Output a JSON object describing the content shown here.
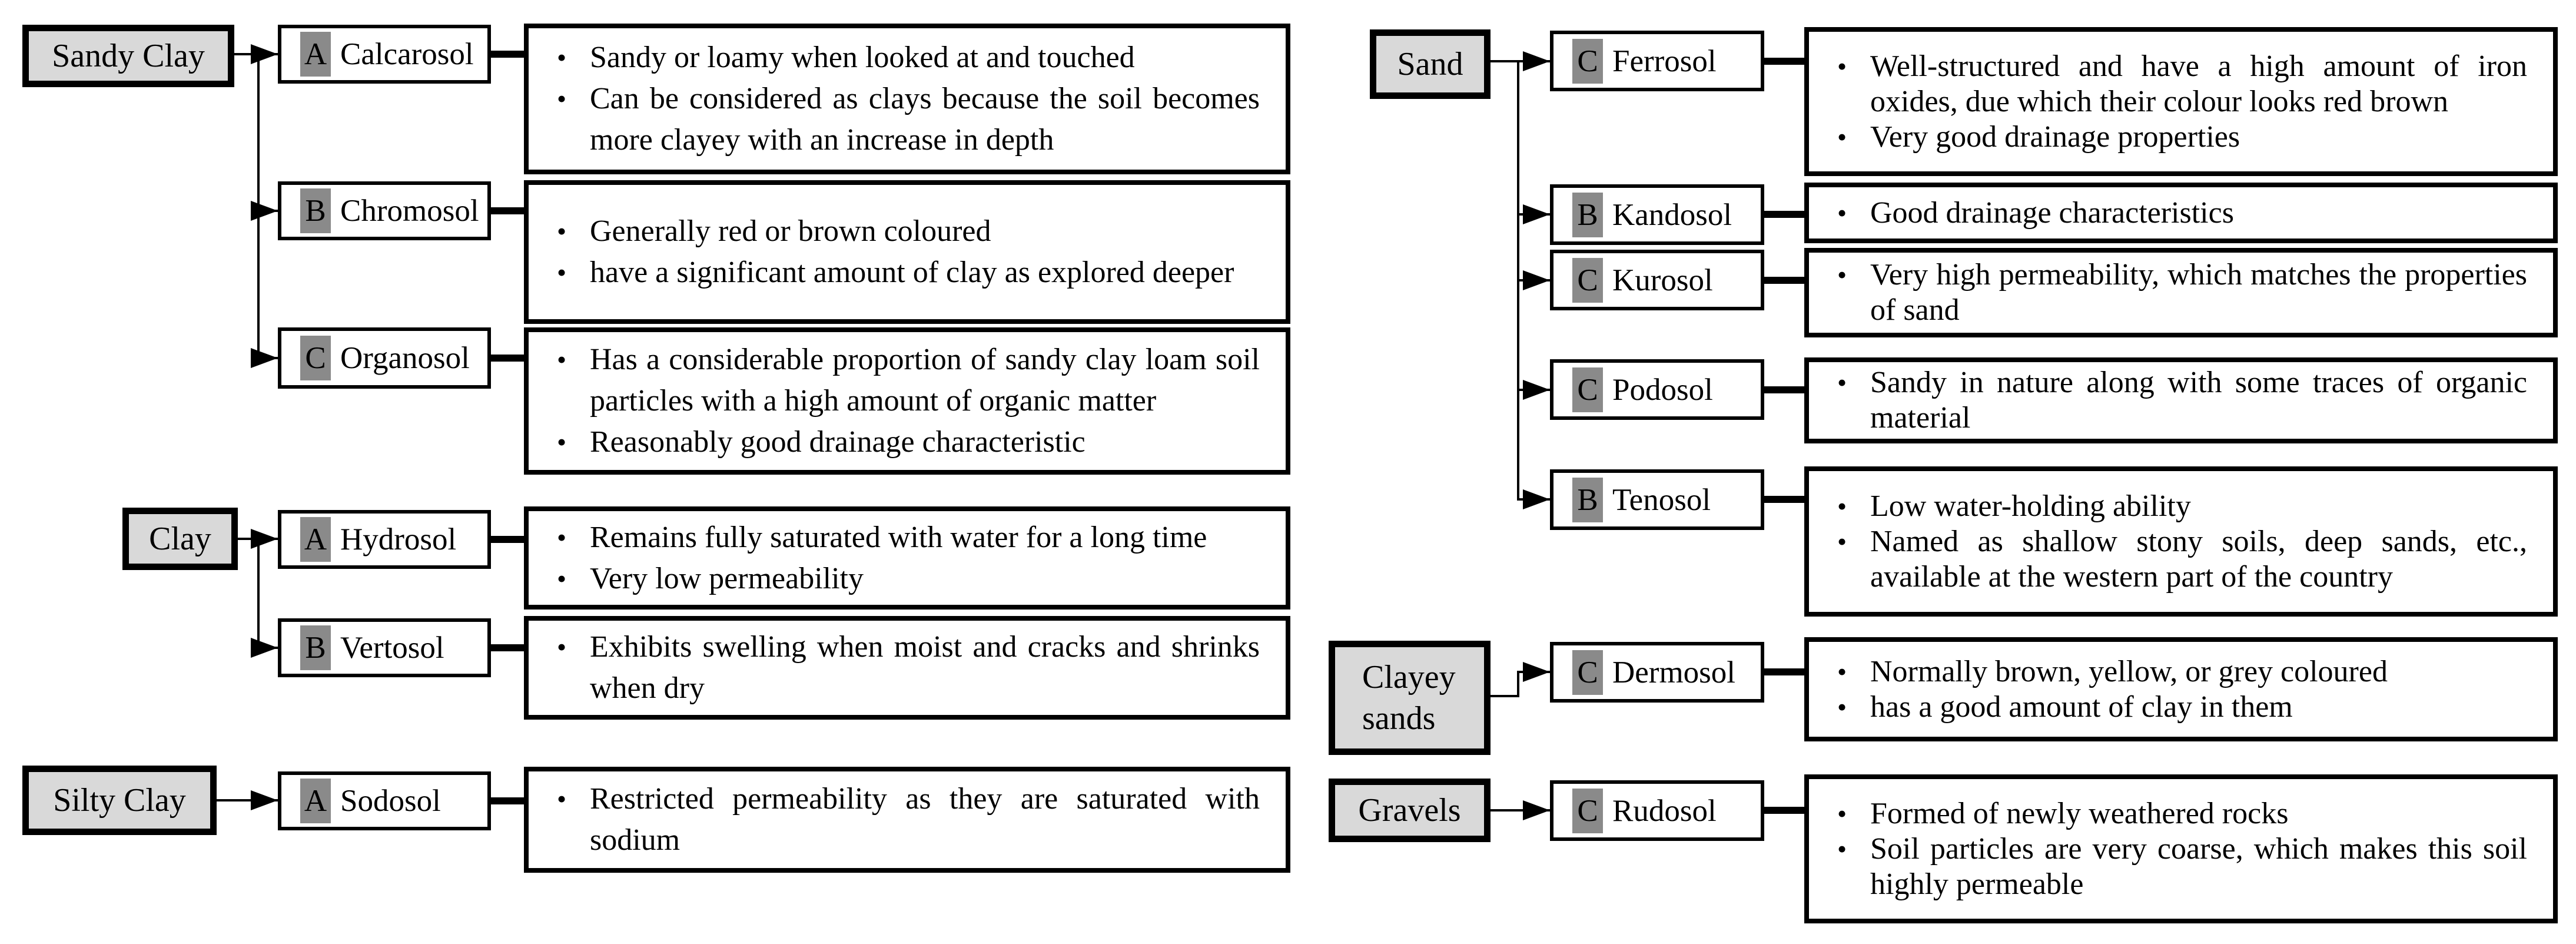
{
  "colors": {
    "parent_box_fill": "#d9d9d9",
    "grade_badge_fill": "#8a8a8a",
    "line_color": "#000000",
    "box_fill": "#ffffff",
    "text_color": "#000000"
  },
  "groups": [
    {
      "soil_type": "Sandy Clay",
      "orders": [
        {
          "grade": "A",
          "name": "Calcarosol",
          "points": [
            "Sandy or loamy when looked at and touched",
            "Can be considered as clays because the soil becomes more clayey with an increase in depth"
          ]
        },
        {
          "grade": "B",
          "name": "Chromosol",
          "points": [
            "Generally red or brown coloured",
            "have a significant amount of clay as explored deeper"
          ]
        },
        {
          "grade": "C",
          "name": "Organosol",
          "points": [
            "Has a considerable proportion of sandy clay loam soil particles with a high amount of organic matter",
            "Reasonably good drainage characteristic"
          ]
        }
      ]
    },
    {
      "soil_type": "Clay",
      "orders": [
        {
          "grade": "A",
          "name": "Hydrosol",
          "points": [
            "Remains fully saturated with water for a long time",
            "Very low permeability"
          ]
        },
        {
          "grade": "B",
          "name": "Vertosol",
          "points": [
            "Exhibits swelling when moist and cracks and shrinks when dry"
          ]
        }
      ]
    },
    {
      "soil_type": "Silty Clay",
      "orders": [
        {
          "grade": "A",
          "name": "Sodosol",
          "points": [
            "Restricted permeability as they are saturated with sodium"
          ]
        }
      ]
    },
    {
      "soil_type": "Sand",
      "orders": [
        {
          "grade": "C",
          "name": "Ferrosol",
          "points": [
            "Well-structured and have a high amount of iron oxides, due which their colour looks red brown",
            "Very good drainage properties"
          ]
        },
        {
          "grade": "B",
          "name": "Kandosol",
          "points": [
            "Good drainage characteristics"
          ]
        },
        {
          "grade": "C",
          "name": "Kurosol",
          "points": [
            "Very high permeability, which matches the properties of sand"
          ]
        },
        {
          "grade": "C",
          "name": "Podosol",
          "points": [
            "Sandy in nature along with some traces of organic material"
          ]
        },
        {
          "grade": "B",
          "name": "Tenosol",
          "points": [
            "Low water-holding ability",
            "Named as shallow stony soils, deep sands, etc., available at the western part of the country"
          ]
        }
      ]
    },
    {
      "soil_type": "Clayey sands",
      "orders": [
        {
          "grade": "C",
          "name": "Dermosol",
          "points": [
            "Normally brown, yellow, or grey coloured",
            "has a good amount of clay in them"
          ]
        }
      ]
    },
    {
      "soil_type": "Gravels",
      "orders": [
        {
          "grade": "C",
          "name": "Rudosol",
          "points": [
            "Formed of newly weathered rocks",
            "Soil particles are very coarse, which makes this soil highly permeable"
          ]
        }
      ]
    }
  ]
}
